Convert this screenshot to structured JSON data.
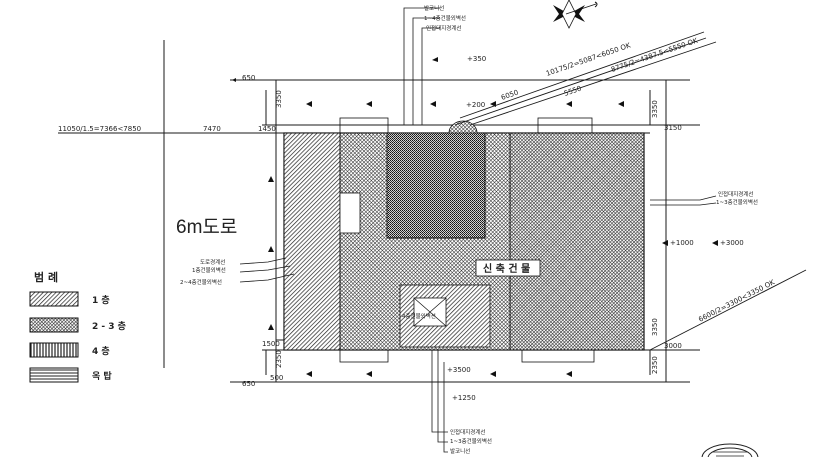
{
  "road": {
    "label": "6m도로"
  },
  "dims": {
    "top_setback": "650",
    "left_setback_top": "3350",
    "left_1450": "1450",
    "left_1500": "1500",
    "left_2350": "2350",
    "bottom_setback": "650",
    "bottom_500": "500",
    "road_center": "11050/1.5=7366<7850",
    "road_7470": "7470",
    "top_350": "+350",
    "top_200": "+200",
    "diag_top_1": "10175/2=5087<6050 OK",
    "diag_top_2": "8775/2=4387.5<5550 OK",
    "diag_6050": "6050",
    "diag_5550": "5550",
    "right_3350_top": "3350",
    "right_3150": "3150",
    "right_1000": "+1000",
    "right_3000_mid": "+3000",
    "diag_right": "6600/2=3300<3350 OK",
    "right_3350_bot": "3350",
    "right_3000_bot": "3000",
    "right_2350": "2350",
    "bottom_3500": "+3500",
    "bottom_1250": "+1250"
  },
  "labels": {
    "top_callout_1": "발코니선",
    "top_callout_2": "1~4층건물외벽선",
    "top_callout_3": "인접대지경계선",
    "right_callout_1": "인접대지경계선",
    "right_callout_2": "1~3층건물외벽선",
    "left_callout_1": "도로경계선",
    "left_callout_2": "1층건물외벽선",
    "left_callout_3": "2~4층건물외벽선",
    "bottom_callout_1": "인접대지경계선",
    "bottom_callout_2": "1~3층건물외벽선",
    "bottom_callout_3": "발코니선",
    "building_name": "신 축 건 물",
    "core_label": "4층건물외벽선"
  },
  "legend": {
    "title": "범 례",
    "items": [
      {
        "label": "1 층",
        "pattern": "diag-wide"
      },
      {
        "label": "2 - 3 층",
        "pattern": "diag-dense"
      },
      {
        "label": "4 층",
        "pattern": "vertical"
      },
      {
        "label": "옥 탑",
        "pattern": "horizontal"
      }
    ]
  },
  "colors": {
    "ink": "#1a1a1a",
    "fill_dark": "#3a3a3a",
    "paper": "#ffffff"
  }
}
